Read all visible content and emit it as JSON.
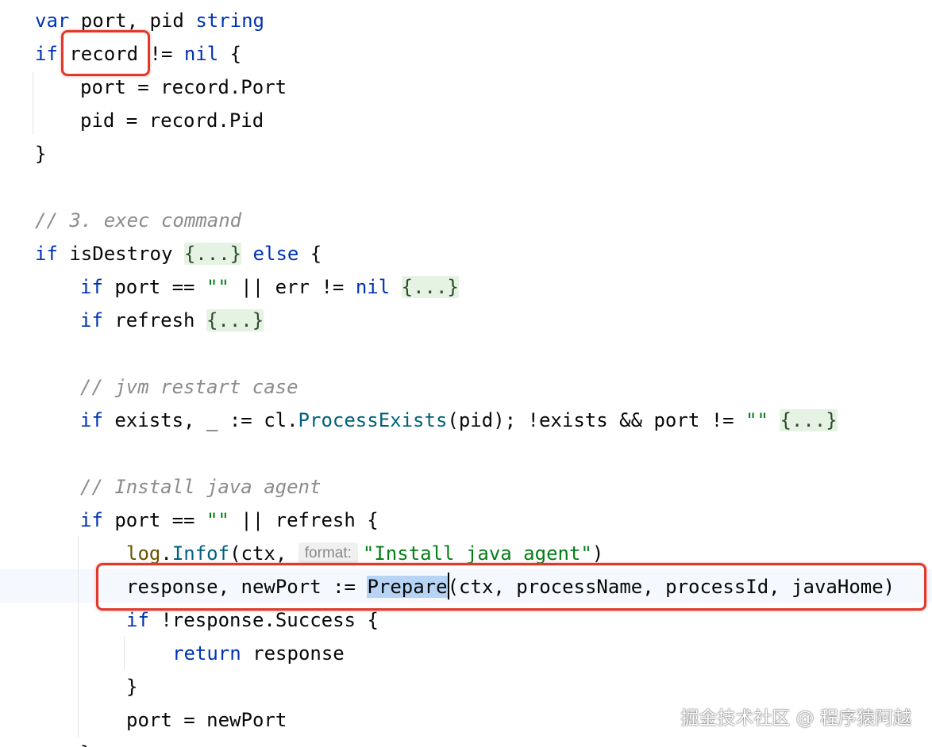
{
  "code": {
    "l01": {
      "kw": "var",
      "rest": " port, pid ",
      "type": "string"
    },
    "l02": {
      "kw": "if",
      "sp": " ",
      "ident": "record",
      "rest": " != ",
      "nil": "nil",
      "end": " {"
    },
    "l03": {
      "text": "port = record.Port"
    },
    "l04": {
      "text": "pid = record.Pid"
    },
    "l05": {
      "text": "}"
    },
    "l07": {
      "comment": "// 3. exec command"
    },
    "l08": {
      "kw": "if",
      "rest": " isDestroy ",
      "fold": "{...}",
      "else": " else",
      "end": " {"
    },
    "l09": {
      "kw": "if",
      "rest": " port == ",
      "str": "\"\"",
      "rest2": " || err != ",
      "nil": "nil",
      "fold": "{...}"
    },
    "l10": {
      "kw": "if",
      "rest": " refresh ",
      "fold": "{...}"
    },
    "l12": {
      "comment": "// jvm restart case"
    },
    "l13": {
      "kw": "if",
      "rest": " exists, _ := cl.",
      "fn": "ProcessExists",
      "rest2": "(pid); !exists && port != ",
      "str": "\"\"",
      "fold": "{...}"
    },
    "l15": {
      "comment": "// Install java agent"
    },
    "l16": {
      "kw": "if",
      "rest": " port == ",
      "str": "\"\"",
      "rest2": " || refresh {"
    },
    "l17": {
      "pkg": "log",
      "dot": ".",
      "fn": "Infof",
      "rest": "(ctx, ",
      "hint": "format:",
      "str": "\"Install java agent\"",
      "end": ")"
    },
    "l18": {
      "rest": "response, newPort := ",
      "sel": "Prepare",
      "rest2": "(ctx, processName, processId, javaHome)"
    },
    "l19": {
      "kw": "if",
      "rest": " !response.Success {"
    },
    "l20": {
      "kw": "return",
      "rest": " response"
    },
    "l21": {
      "text": "}"
    },
    "l22": {
      "text": "port = newPort"
    },
    "l23": {
      "text": "}"
    }
  },
  "watermark": "掘金技术社区 @ 程序猿阿越",
  "colors": {
    "keyword": "#0033b3",
    "string": "#067d17",
    "comment": "#8c8c8c",
    "function": "#00627a",
    "callout": "#e0382b"
  }
}
